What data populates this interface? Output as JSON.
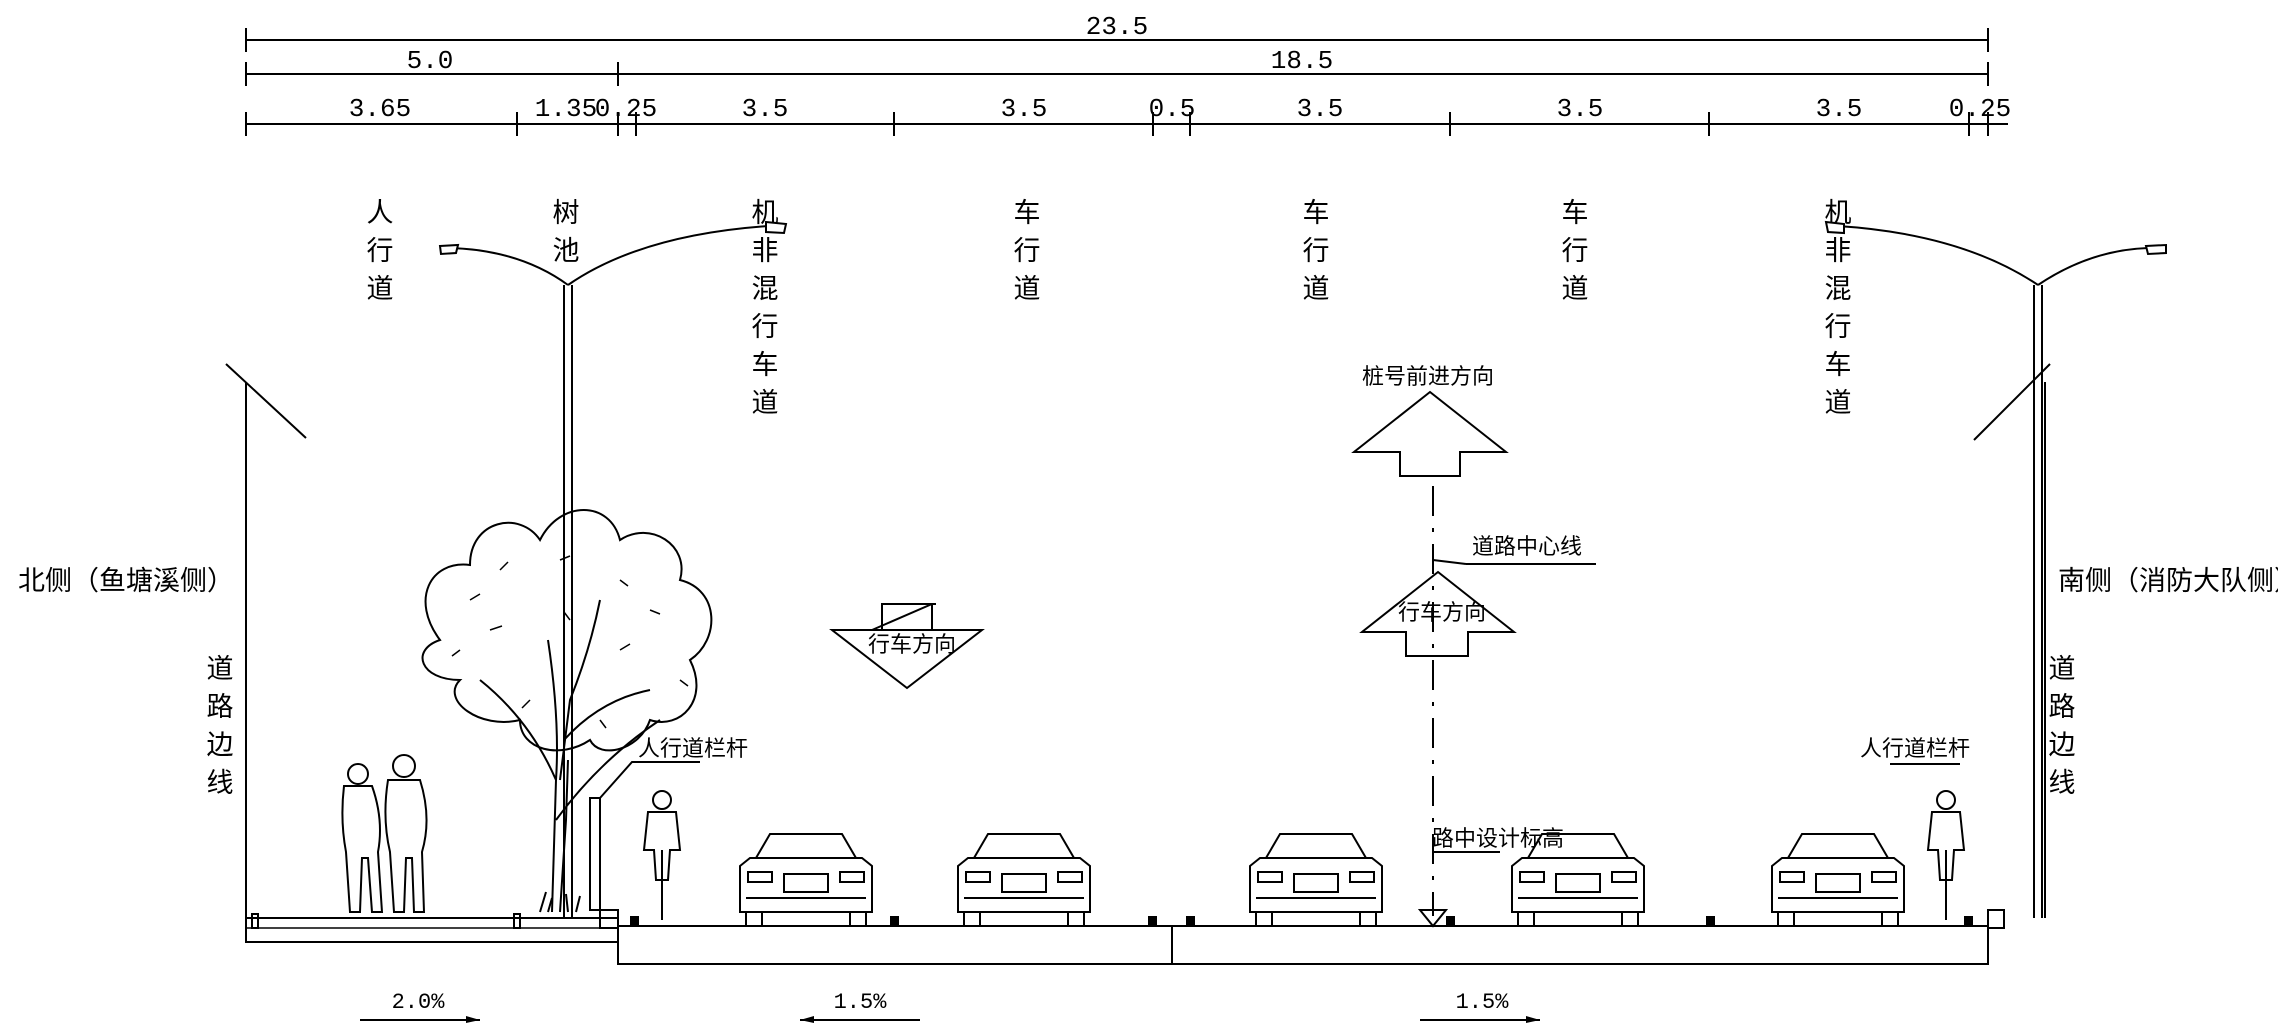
{
  "dimensions": {
    "total": "23.5",
    "north_side": "5.0",
    "carriageway": "18.5",
    "segments": [
      "3.65",
      "1.35",
      "0.25",
      "3.5",
      "3.5",
      "0.5",
      "3.5",
      "3.5",
      "3.5",
      "0.25"
    ]
  },
  "zones": {
    "sidewalk": "人行道",
    "tree_pool": "树池",
    "mixed_lane_north": "机非混行车道",
    "lane_1": "车行道",
    "lane_2": "车行道",
    "lane_3": "车行道",
    "mixed_lane_south": "机非混行车道"
  },
  "sides": {
    "north": "北侧（鱼塘溪侧）",
    "south": "南侧（消防大队侧）",
    "edge_left": "道路边线",
    "edge_right": "道路边线"
  },
  "annotations": {
    "chainage_direction": "桩号前进方向",
    "road_centerline": "道路中心线",
    "traffic_direction_left": "行车方向",
    "traffic_direction_right": "行车方向",
    "railing_left": "人行道栏杆",
    "railing_right": "人行道栏杆",
    "design_elevation": "路中设计标高"
  },
  "slopes": {
    "sidewalk": "2.0%",
    "left_carriageway": "1.5%",
    "right_carriageway": "1.5%"
  }
}
